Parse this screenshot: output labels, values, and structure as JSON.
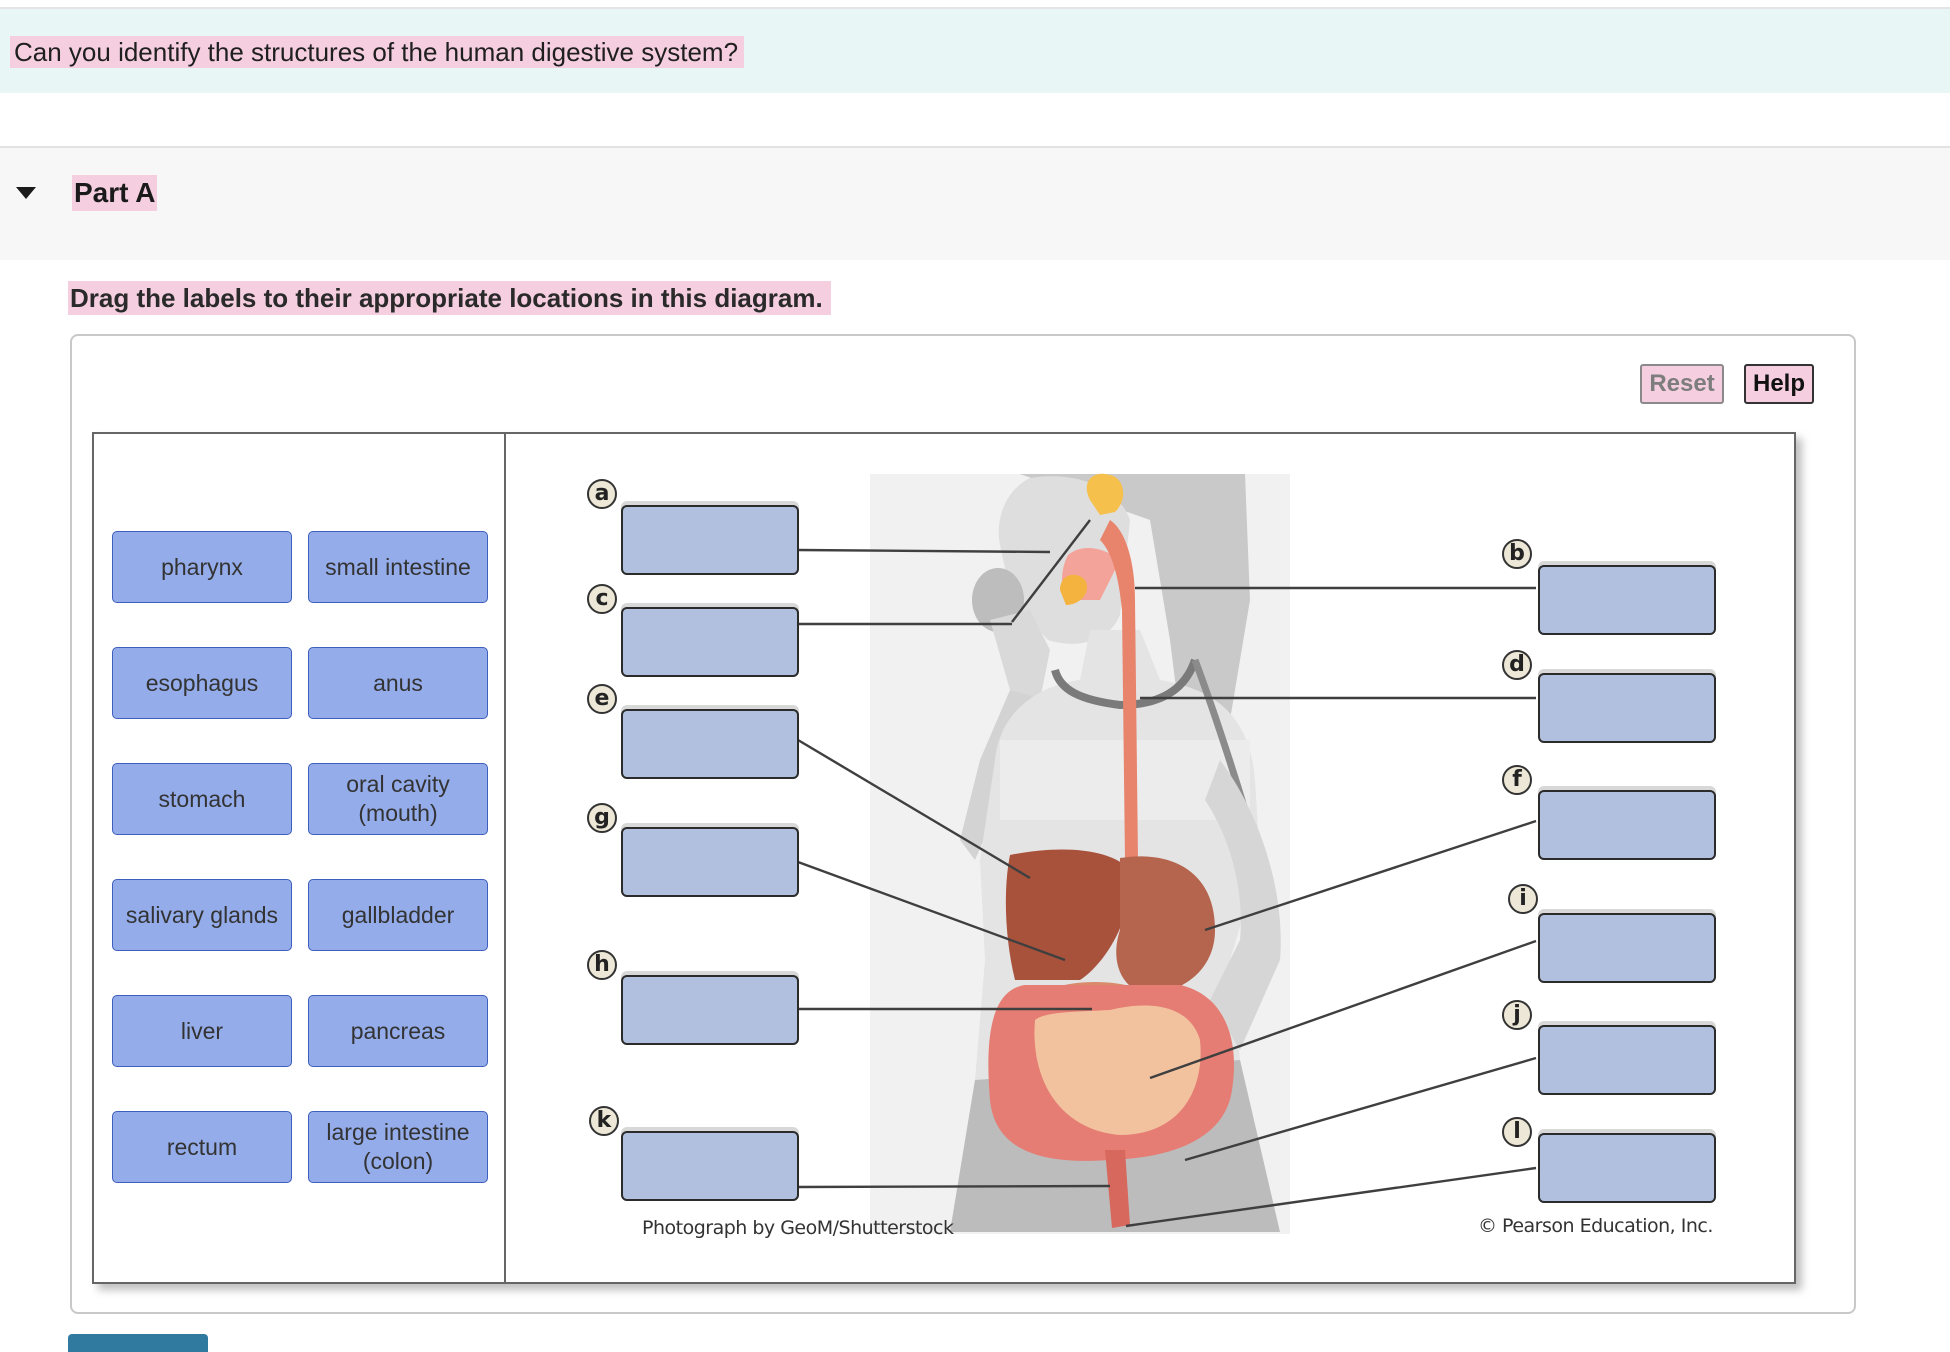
{
  "question": {
    "text": "Can you identify the structures of the human digestive system?"
  },
  "part": {
    "title": "Part A",
    "instruction": "Drag the labels to their appropriate locations in this diagram."
  },
  "toolbar": {
    "reset_label": "Reset",
    "help_label": "Help"
  },
  "label_bank": [
    {
      "text": "pharynx"
    },
    {
      "text": "small intestine"
    },
    {
      "text": "esophagus"
    },
    {
      "text": "anus"
    },
    {
      "text": "stomach"
    },
    {
      "text": "oral cavity (mouth)"
    },
    {
      "text": "salivary glands"
    },
    {
      "text": "gallbladder"
    },
    {
      "text": "liver"
    },
    {
      "text": "pancreas"
    },
    {
      "text": "rectum"
    },
    {
      "text": "large intestine (colon)"
    }
  ],
  "diagram": {
    "letters": [
      "a",
      "b",
      "c",
      "d",
      "e",
      "f",
      "g",
      "h",
      "i",
      "j",
      "k",
      "l"
    ],
    "photo_credit": "Photograph by GeoM/Shutterstock",
    "copyright": "© Pearson Education, Inc."
  },
  "colors": {
    "highlight": "#f5cfe0",
    "chip": "#94acea",
    "drop_target": "#b2c0e0",
    "question_band": "#e9f6f6"
  }
}
